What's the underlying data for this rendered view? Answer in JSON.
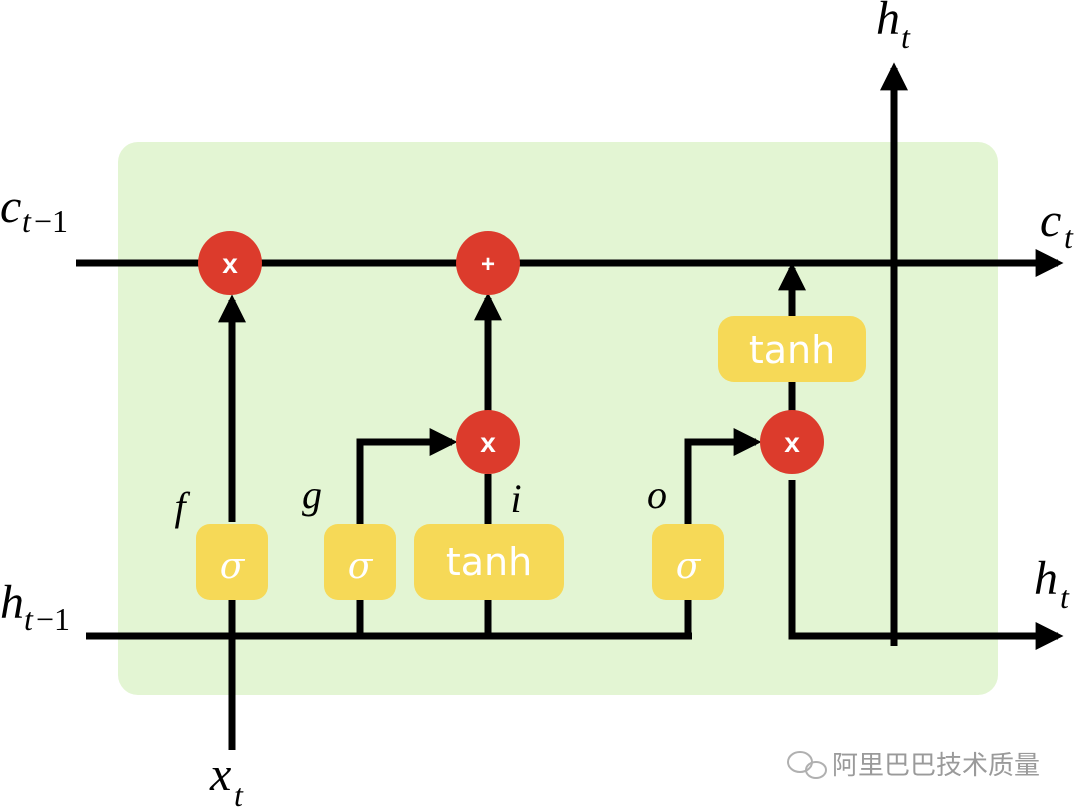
{
  "diagram": {
    "cell_color": "#e3f5d3",
    "gate_color": "#f6d957",
    "op_color": "#dc3b2c",
    "line_color": "#000000",
    "inputs": {
      "c_prev": {
        "main": "c",
        "sub_1": "t",
        "sub_2": "−1"
      },
      "h_prev": {
        "main": "h",
        "sub_1": "t",
        "sub_2": "−1"
      },
      "x_t": {
        "main": "x",
        "sub": "t"
      }
    },
    "outputs": {
      "c_t": {
        "main": "c",
        "sub": "t"
      },
      "h_t_right": {
        "main": "h",
        "sub": "t"
      },
      "h_t_top": {
        "main": "h",
        "sub": "t"
      }
    },
    "gates": {
      "forget": {
        "symbol": "σ",
        "label": "f"
      },
      "g": {
        "symbol": "σ",
        "label": "g"
      },
      "input_tanh": {
        "symbol": "tanh",
        "label": "i"
      },
      "output": {
        "symbol": "σ",
        "label": "o"
      },
      "cell_tanh": {
        "symbol": "tanh"
      }
    },
    "operations": {
      "forget_mult": "x",
      "cell_add": "+",
      "input_mult": "x",
      "output_mult": "x"
    }
  },
  "watermark": {
    "icon": "wechat-icon",
    "text": "阿里巴巴技术质量"
  }
}
